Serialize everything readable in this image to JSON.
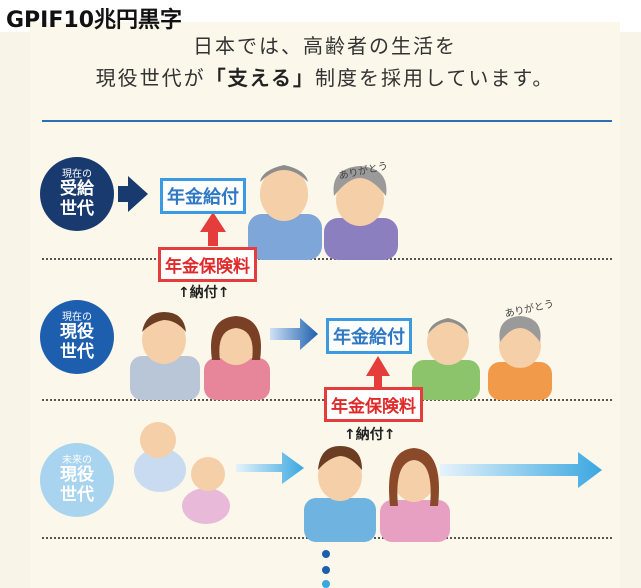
{
  "overlay": {
    "title": "GPIF10兆円黒字"
  },
  "heading": {
    "line1": "日本では、高齢者の生活を",
    "line2_pre": "現役世代が",
    "line2_em": "「支える」",
    "line2_post": "制度を採用しています。"
  },
  "rows": [
    {
      "badge_small": "現在の",
      "badge_big1": "受給",
      "badge_big2": "世代"
    },
    {
      "badge_small": "現在の",
      "badge_big1": "現役",
      "badge_big2": "世代"
    },
    {
      "badge_small": "未来の",
      "badge_big1": "現役",
      "badge_big2": "世代"
    }
  ],
  "labels": {
    "pension_benefit": "年金給付",
    "pension_premium": "年金保険料",
    "payment": "↑納付↑",
    "thanks": "ありがとう"
  },
  "colors": {
    "navy": "#183a6e",
    "blue": "#1d5fae",
    "light_blue": "#a8d4ef",
    "benefit_box": "#3b9be0",
    "premium_box": "#e53c3c"
  }
}
